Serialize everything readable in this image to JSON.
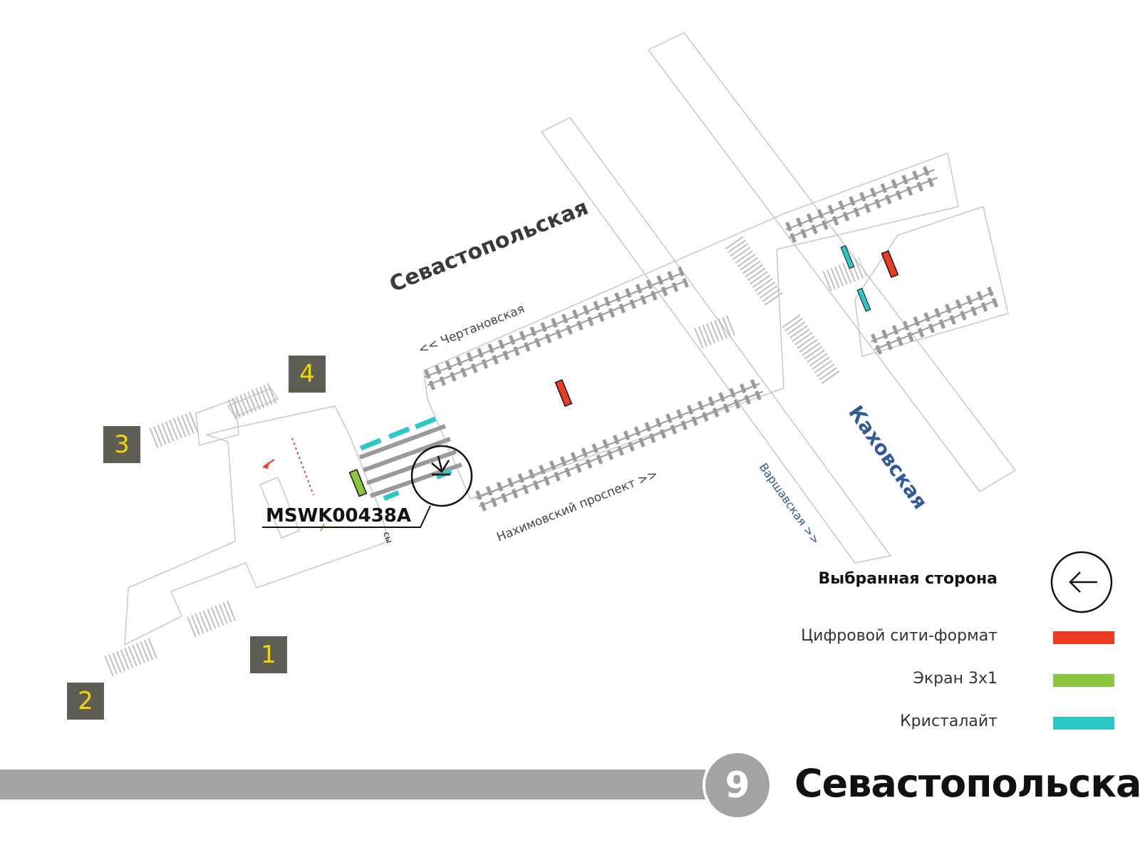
{
  "map": {
    "street_main": "Севастопольская",
    "street_cross": "Каховская",
    "direction_chertanovskaya": "<< Чертановская",
    "direction_nakhimovsky": "Нахимовский проспект >>",
    "direction_varshavskaya": "Варшавская >>",
    "cashier_partial": "сы",
    "placement_id": "MSWK00438A",
    "exits": [
      "1",
      "2",
      "3",
      "4"
    ]
  },
  "legend": {
    "selected_side_label": "Выбранная сторона",
    "items": [
      {
        "label": "Цифровой сити-формат",
        "color": "#ee3b24"
      },
      {
        "label": "Экран 3x1",
        "color": "#8cc63f"
      },
      {
        "label": "Кристалайт",
        "color": "#2bc7c9"
      }
    ]
  },
  "footer": {
    "line_number": "9",
    "station_name": "Севастопольская",
    "line_color": "#a3a3a3"
  },
  "colors": {
    "outline": "#c8c8c8",
    "track": "#9a9a9a",
    "street_main_text": "#3a3a3a",
    "street_cross_text": "#2f5b9a",
    "exit_bg": "#5f5e55",
    "exit_text": "#f2d600"
  },
  "icons": {
    "selected_side": "arrow-left-circle-icon",
    "placement_marker": "arrow-down-circle-icon"
  }
}
